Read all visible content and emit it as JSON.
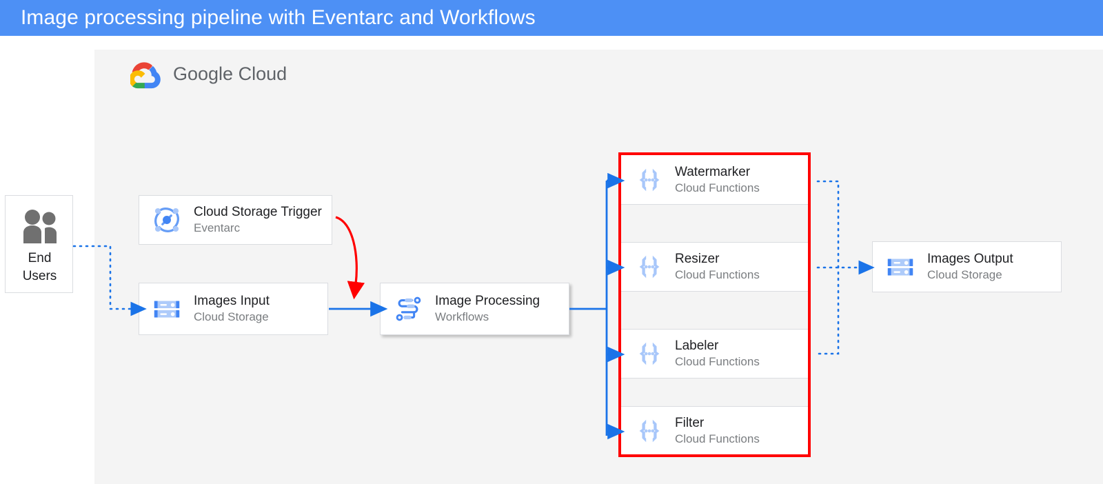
{
  "header": {
    "title": "Image processing pipeline with Eventarc and Workflows",
    "background_color": "#4d90f5",
    "text_color": "#ffffff"
  },
  "canvas": {
    "provider_logo_text_1": "Google",
    "provider_logo_text_2": "Cloud",
    "background_color": "#f4f4f4"
  },
  "actors": {
    "end_users": {
      "line1": "End",
      "line2": "Users",
      "icon": "users-group-icon"
    }
  },
  "nodes": {
    "trigger": {
      "title": "Cloud Storage Trigger",
      "subtitle": "Eventarc",
      "icon": "eventarc-icon"
    },
    "input_bucket": {
      "title": "Images Input",
      "subtitle": "Cloud Storage",
      "icon": "cloud-storage-icon"
    },
    "workflow": {
      "title": "Image Processing",
      "subtitle": "Workflows",
      "icon": "workflows-icon"
    },
    "output_bucket": {
      "title": "Images Output",
      "subtitle": "Cloud Storage",
      "icon": "cloud-storage-icon"
    }
  },
  "functions_group": {
    "border_color": "#ff0000",
    "items": [
      {
        "title": "Watermarker",
        "subtitle": "Cloud Functions",
        "icon": "cloud-functions-icon"
      },
      {
        "title": "Resizer",
        "subtitle": "Cloud Functions",
        "icon": "cloud-functions-icon"
      },
      {
        "title": "Labeler",
        "subtitle": "Cloud Functions",
        "icon": "cloud-functions-icon"
      },
      {
        "title": "Filter",
        "subtitle": "Cloud Functions",
        "icon": "cloud-functions-icon"
      }
    ]
  },
  "connectors": {
    "solid_color": "#1a73e8",
    "dotted_color": "#1a73e8",
    "highlight_color": "#ff0000"
  },
  "palette": {
    "google_red": "#ea4335",
    "google_yellow": "#fbbc04",
    "google_green": "#34a853",
    "google_blue": "#4285f4",
    "icon_blue": "#4285f4",
    "icon_blue_light": "#a8c7fa",
    "text_primary": "#202124",
    "text_secondary": "#7a7d80",
    "border": "#dadce0"
  }
}
